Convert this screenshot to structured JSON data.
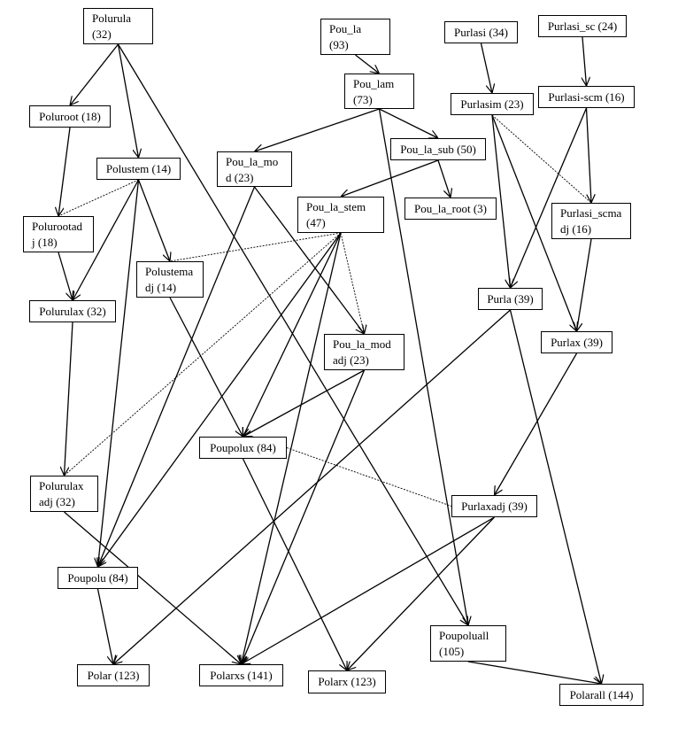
{
  "nodes": [
    {
      "id": "polurula",
      "label": "Polurula\n(32)"
    },
    {
      "id": "pou_la",
      "label": "Pou_la\n(93)"
    },
    {
      "id": "purlasi",
      "label": "Purlasi (34)"
    },
    {
      "id": "purlasi_sc",
      "label": "Purlasi_sc (24)"
    },
    {
      "id": "poluroot",
      "label": "Poluroot (18)"
    },
    {
      "id": "pou_lam",
      "label": "Pou_lam\n(73)"
    },
    {
      "id": "purlasim",
      "label": "Purlasim (23)"
    },
    {
      "id": "purlasi_scm",
      "label": "Purlasi-scm (16)"
    },
    {
      "id": "polustem",
      "label": "Polustem (14)"
    },
    {
      "id": "pou_la_mod",
      "label": "Pou_la_mo\nd (23)"
    },
    {
      "id": "pou_la_sub",
      "label": "Pou_la_sub (50)"
    },
    {
      "id": "pou_la_stem",
      "label": "Pou_la_stem\n(47)"
    },
    {
      "id": "pou_la_root",
      "label": "Pou_la_root (3)"
    },
    {
      "id": "purlasi_scmadj",
      "label": "Purlasi_scma\ndj (16)"
    },
    {
      "id": "poluroot_adj",
      "label": "Polurootad\nj (18)"
    },
    {
      "id": "polustema_dj",
      "label": "Polustema\ndj (14)"
    },
    {
      "id": "polurulax",
      "label": "Polurulax (32)"
    },
    {
      "id": "purla",
      "label": "Purla (39)"
    },
    {
      "id": "purlax",
      "label": "Purlax (39)"
    },
    {
      "id": "pou_la_modadj",
      "label": "Pou_la_mod\nadj (23)"
    },
    {
      "id": "poupolux",
      "label": "Poupolux (84)"
    },
    {
      "id": "polurulax_adj",
      "label": "Polurulax\nadj (32)"
    },
    {
      "id": "purlaxadj",
      "label": "Purlaxadj (39)"
    },
    {
      "id": "poupolu",
      "label": "Poupolu (84)"
    },
    {
      "id": "poupoluall",
      "label": "Poupoluall\n(105)"
    },
    {
      "id": "polar",
      "label": "Polar (123)"
    },
    {
      "id": "polarxs",
      "label": "Polarxs (141)"
    },
    {
      "id": "polarx",
      "label": "Polarx (123)"
    },
    {
      "id": "polarall",
      "label": "Polarall (144)"
    }
  ],
  "edges": [
    {
      "from": "polurula",
      "to": "poluroot",
      "style": "solid"
    },
    {
      "from": "polurula",
      "to": "polustem",
      "style": "solid"
    },
    {
      "from": "polurula",
      "to": "poupoluall",
      "style": "solid"
    },
    {
      "from": "pou_la",
      "to": "pou_lam",
      "style": "solid"
    },
    {
      "from": "pou_lam",
      "to": "pou_la_mod",
      "style": "solid"
    },
    {
      "from": "pou_lam",
      "to": "pou_la_sub",
      "style": "solid"
    },
    {
      "from": "pou_lam",
      "to": "poupoluall",
      "style": "solid"
    },
    {
      "from": "purlasi",
      "to": "purlasim",
      "style": "solid"
    },
    {
      "from": "purlasi_sc",
      "to": "purlasi_scm",
      "style": "solid"
    },
    {
      "from": "purlasim",
      "to": "purla",
      "style": "solid"
    },
    {
      "from": "purlasim",
      "to": "purlax",
      "style": "solid"
    },
    {
      "from": "purlasim",
      "to": "purlasi_scmadj",
      "style": "dashed"
    },
    {
      "from": "purlasi_scm",
      "to": "purla",
      "style": "solid"
    },
    {
      "from": "purlasi_scm",
      "to": "purlasi_scmadj",
      "style": "solid"
    },
    {
      "from": "purlasi_scmadj",
      "to": "purlax",
      "style": "solid"
    },
    {
      "from": "pou_la_sub",
      "to": "pou_la_stem",
      "style": "solid"
    },
    {
      "from": "pou_la_sub",
      "to": "pou_la_root",
      "style": "solid"
    },
    {
      "from": "poluroot",
      "to": "poluroot_adj",
      "style": "solid"
    },
    {
      "from": "polustem",
      "to": "poluroot_adj",
      "style": "dashed"
    },
    {
      "from": "polustem",
      "to": "polurulax",
      "style": "solid"
    },
    {
      "from": "polustem",
      "to": "polustema_dj",
      "style": "solid"
    },
    {
      "from": "polustem",
      "to": "poupolu",
      "style": "solid"
    },
    {
      "from": "poluroot_adj",
      "to": "polurulax",
      "style": "solid"
    },
    {
      "from": "polurulax",
      "to": "polurulax_adj",
      "style": "solid"
    },
    {
      "from": "pou_la_mod",
      "to": "poupolu",
      "style": "solid"
    },
    {
      "from": "pou_la_mod",
      "to": "pou_la_modadj",
      "style": "solid"
    },
    {
      "from": "pou_la_stem",
      "to": "polustema_dj",
      "style": "dashed"
    },
    {
      "from": "pou_la_stem",
      "to": "polurulax_adj",
      "style": "dashed"
    },
    {
      "from": "pou_la_stem",
      "to": "pou_la_modadj",
      "style": "dashed"
    },
    {
      "from": "pou_la_stem",
      "to": "poupolu",
      "style": "solid"
    },
    {
      "from": "pou_la_stem",
      "to": "poupolux",
      "style": "solid"
    },
    {
      "from": "pou_la_stem",
      "to": "polarxs",
      "style": "solid"
    },
    {
      "from": "polustema_dj",
      "to": "poupolux",
      "style": "solid"
    },
    {
      "from": "pou_la_modadj",
      "to": "poupolux",
      "style": "solid"
    },
    {
      "from": "pou_la_modadj",
      "to": "polarxs",
      "style": "solid"
    },
    {
      "from": "poupolux",
      "to": "polarx",
      "style": "solid"
    },
    {
      "from": "poupolux",
      "to": "purlaxadj",
      "style": "dashed"
    },
    {
      "from": "polurulax_adj",
      "to": "polarxs",
      "style": "solid"
    },
    {
      "from": "poupolu",
      "to": "polar",
      "style": "solid"
    },
    {
      "from": "purla",
      "to": "polar",
      "style": "solid"
    },
    {
      "from": "purla",
      "to": "polarall",
      "style": "solid"
    },
    {
      "from": "purlax",
      "to": "purlaxadj",
      "style": "solid"
    },
    {
      "from": "purlaxadj",
      "to": "polarxs",
      "style": "solid"
    },
    {
      "from": "purlaxadj",
      "to": "polarx",
      "style": "solid"
    },
    {
      "from": "poupoluall",
      "to": "polarall",
      "style": "solid"
    }
  ]
}
